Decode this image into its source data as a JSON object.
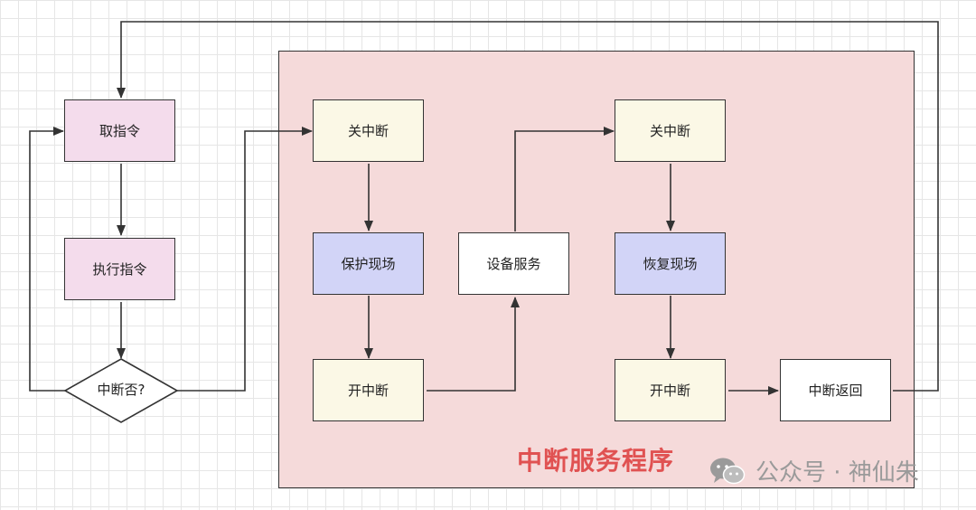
{
  "diagram": {
    "nodes": {
      "fetch": "取指令",
      "execute": "执行指令",
      "decision": "中断否?",
      "disable_int_1": "关中断",
      "save_context": "保护现场",
      "enable_int_1": "开中断",
      "device_service": "设备服务",
      "disable_int_2": "关中断",
      "restore_context": "恢复现场",
      "enable_int_2": "开中断",
      "int_return": "中断返回"
    },
    "region_title": "中断服务程序"
  },
  "watermark": {
    "text": "公众号 · 神仙朱",
    "icon": "wechat-icon"
  },
  "colors": {
    "region_bg": "#f5dada",
    "region_title": "#e05252",
    "pink_node": "#f4dcec",
    "cream_node": "#fbf8e6",
    "blue_node": "#d2d4f7",
    "white_node": "#ffffff",
    "line": "#333333"
  }
}
